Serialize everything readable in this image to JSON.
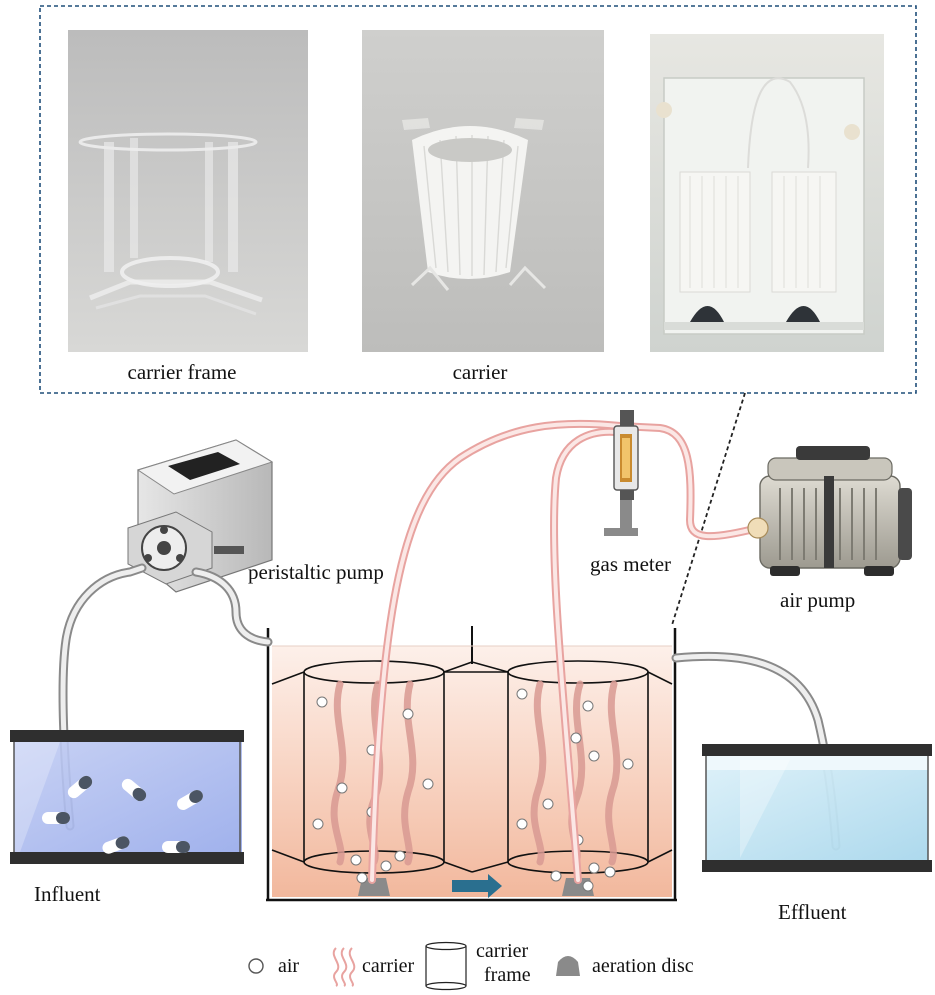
{
  "photos": {
    "frame_caption": "carrier frame",
    "carrier_caption": "carrier",
    "reactor_caption": ""
  },
  "labels": {
    "peristaltic_pump": "peristaltic pump",
    "gas_meter": "gas meter",
    "air_pump": "air pump",
    "influent": "Influent",
    "effluent": "Effluent"
  },
  "legend": {
    "air": "air",
    "carrier": "carrier",
    "carrier_frame_line1": "carrier",
    "carrier_frame_line2": "frame",
    "aeration_disc": "aeration disc"
  },
  "colors": {
    "dashed_box": "#1f4e79",
    "tube_pink": "#e8a3a0",
    "reactor_fill_top": "#fbe4dc",
    "reactor_fill_bottom": "#f3b9a1",
    "influent_water": "#a9b9ee",
    "effluent_water": "#bfe3f2",
    "flow_arrow": "#2a6f8f"
  }
}
